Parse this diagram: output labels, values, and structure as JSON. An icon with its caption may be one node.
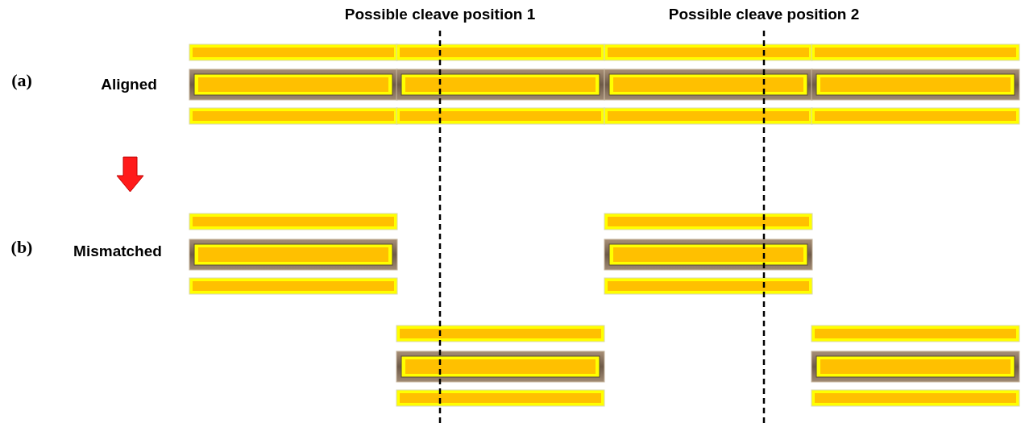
{
  "diagram": {
    "labels": [
      "Possible cleave position 1",
      "Possible cleave position 2",
      "(a)",
      "Aligned",
      "(b)",
      "Mismatched"
    ]
  }
}
